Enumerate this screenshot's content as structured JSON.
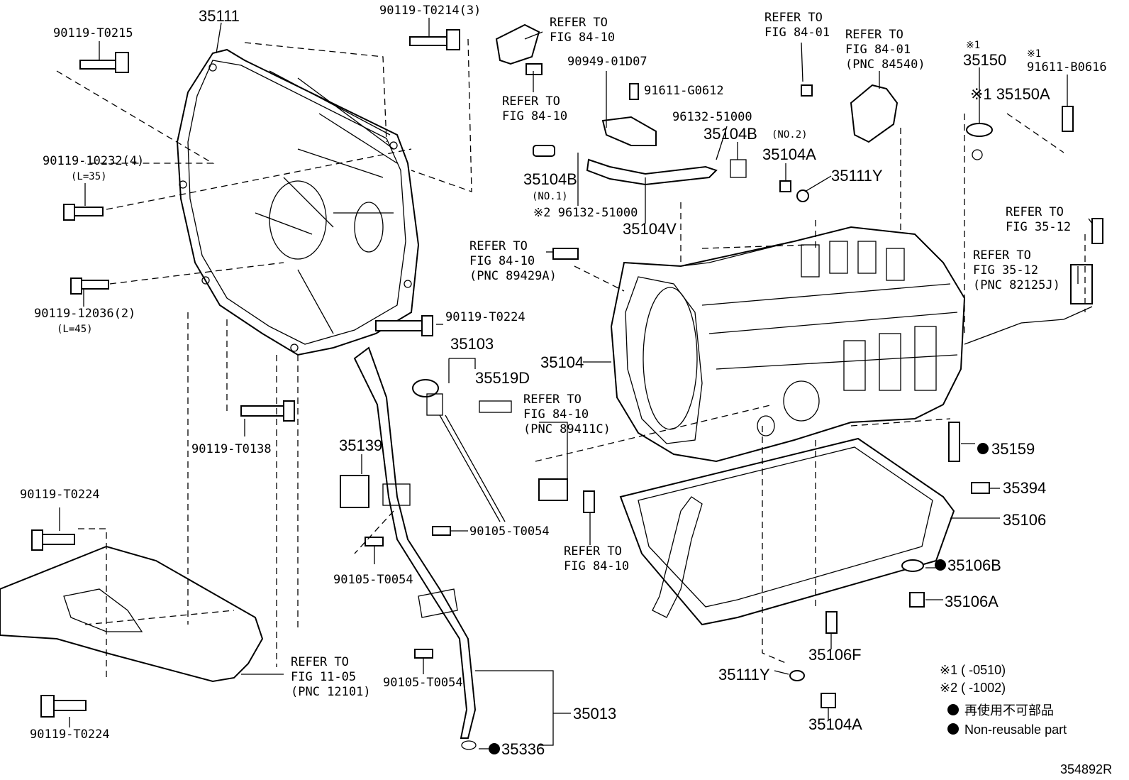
{
  "callouts": {
    "p35111": "35111",
    "p90119_T0215": "90119-T0215",
    "p90119_T0214": "90119-T0214(3)",
    "p90119_10232": "90119-10232(4)",
    "p90119_10232_len": "(L=35)",
    "p90119_12036": "90119-12036(2)",
    "p90119_12036_len": "(L=45)",
    "p90119_T0224_a": "90119-T0224",
    "p90119_T0138": "90119-T0138",
    "p90119_T0224_b": "90119-T0224",
    "p90119_T0224_c": "90119-T0224",
    "ref_fig_11_05": [
      "REFER TO",
      "FIG 11-05",
      "(PNC 12101)"
    ],
    "ref_fig_84_10_top": [
      "REFER TO",
      "FIG 84-10"
    ],
    "ref_fig_84_10_b": [
      "REFER TO",
      "FIG 84-10"
    ],
    "p90949": "90949-01D07",
    "p91611_G0612": "91611-G0612",
    "p96132_51000_a": "96132-51000",
    "p35104B_no2": "35104B",
    "p35104B_no2_sub": "(NO.2)",
    "p35104B_no1": "35104B",
    "p35104B_no1_sub": "(NO.1)",
    "p96132_51000_b": "※2 96132-51000",
    "p35104V": "35104V",
    "p35104A_top": "35104A",
    "p35111Y_top": "35111Y",
    "ref_fig_84_01_a": [
      "REFER TO",
      "FIG 84-01"
    ],
    "ref_fig_84_01_b": [
      "REFER TO",
      "FIG 84-01",
      "(PNC 84540)"
    ],
    "p35150_mark": "※1",
    "p35150": "35150",
    "p35150A": "※1 35150A",
    "p91611_B0616_mark": "※1",
    "p91611_B0616": "91611-B0616",
    "ref_fig_35_12_a": [
      "REFER TO",
      "FIG 35-12"
    ],
    "ref_fig_35_12_b": [
      "REFER TO",
      "FIG 35-12",
      "(PNC 82125J)"
    ],
    "ref_fig_84_10_pnc89429A": [
      "REFER TO",
      "FIG 84-10",
      "(PNC 89429A)"
    ],
    "p35104": "35104",
    "p35103": "35103",
    "p35519D": "35519D",
    "ref_fig_84_10_pnc89411C": [
      "REFER TO",
      "FIG 84-10",
      "(PNC 89411C)"
    ],
    "p35139": "35139",
    "p90105_T0054_a": "90105-T0054",
    "p90105_T0054_b": "90105-T0054",
    "p90105_T0054_c": "90105-T0054",
    "ref_fig_84_10_bottom": [
      "REFER TO",
      "FIG 84-10"
    ],
    "p35159": "35159",
    "p35394": "35394",
    "p35106": "35106",
    "p35106B": "35106B",
    "p35106A": "35106A",
    "p35106F": "35106F",
    "p35111Y_bottom": "35111Y",
    "p35104A_bottom": "35104A",
    "p35013": "35013",
    "p35336": "35336"
  },
  "legend": {
    "note1": "※1 (     -0510)",
    "note2": "※2 (     -1002)",
    "nonreusable_jp": "再使用不可部品",
    "nonreusable_en": "Non-reusable part"
  },
  "figure_id": "354892R"
}
